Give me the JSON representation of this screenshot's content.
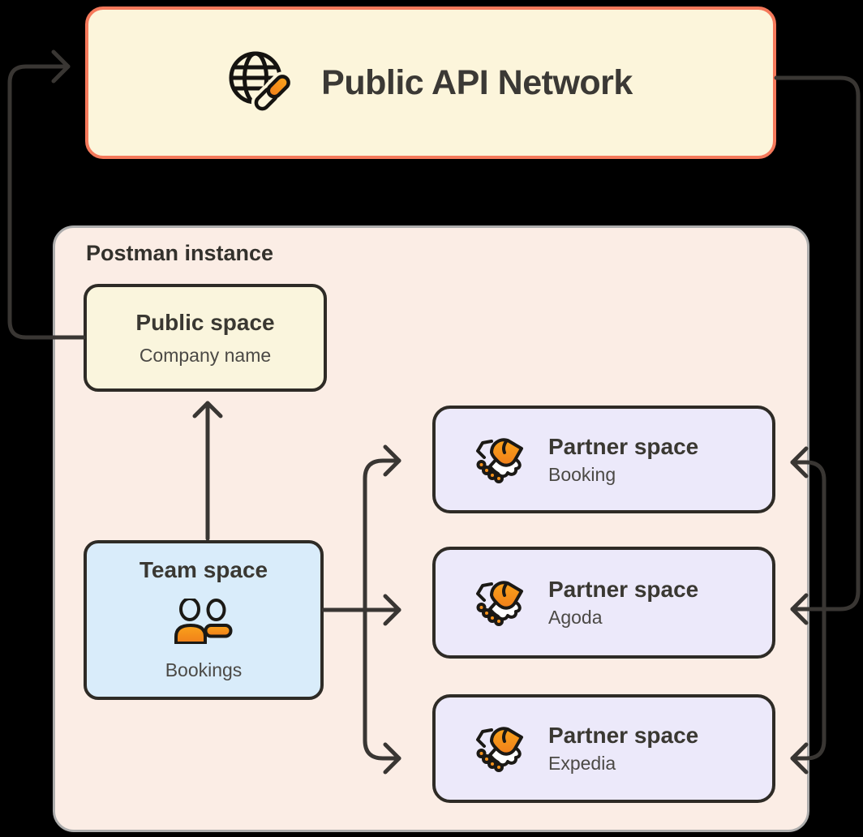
{
  "public_api_network": {
    "title": "Public API Network"
  },
  "postman_instance": {
    "label": "Postman instance"
  },
  "public_space": {
    "title": "Public space",
    "subtitle": "Company name"
  },
  "team_space": {
    "title": "Team space",
    "subtitle": "Bookings"
  },
  "partner_spaces": [
    {
      "title": "Partner space",
      "subtitle": "Booking"
    },
    {
      "title": "Partner space",
      "subtitle": "Agoda"
    },
    {
      "title": "Partner space",
      "subtitle": "Expedia"
    }
  ],
  "connections": [
    {
      "from": "Public space",
      "to": "Public API Network"
    },
    {
      "from": "Team space",
      "to": "Public space"
    },
    {
      "from": "Team space",
      "to": "Partner space Booking"
    },
    {
      "from": "Team space",
      "to": "Partner space Agoda"
    },
    {
      "from": "Team space",
      "to": "Partner space Expedia"
    },
    {
      "from": "Public API Network",
      "to": "Partner space Booking"
    },
    {
      "from": "Public API Network",
      "to": "Partner space Agoda"
    },
    {
      "from": "Public API Network",
      "to": "Partner space Expedia"
    }
  ],
  "icons": {
    "public_api_network": "globe-link-icon",
    "team_space": "team-members-icon",
    "partner_space": "handshake-icon"
  },
  "colors": {
    "background": "#000000",
    "pan_fill": "#FCF5DB",
    "pan_border": "#F5795B",
    "instance_fill": "#FBEDE5",
    "instance_border": "#ACACAC",
    "public_space_fill": "#FAF5DD",
    "team_space_fill": "#D9ECFA",
    "partner_fill": "#ECE9FA",
    "node_border": "#2E2B26",
    "arrow": "#393633",
    "accent_orange": "#F68C1E",
    "title_text": "#3A3832",
    "subtitle_text": "#4B4945"
  }
}
